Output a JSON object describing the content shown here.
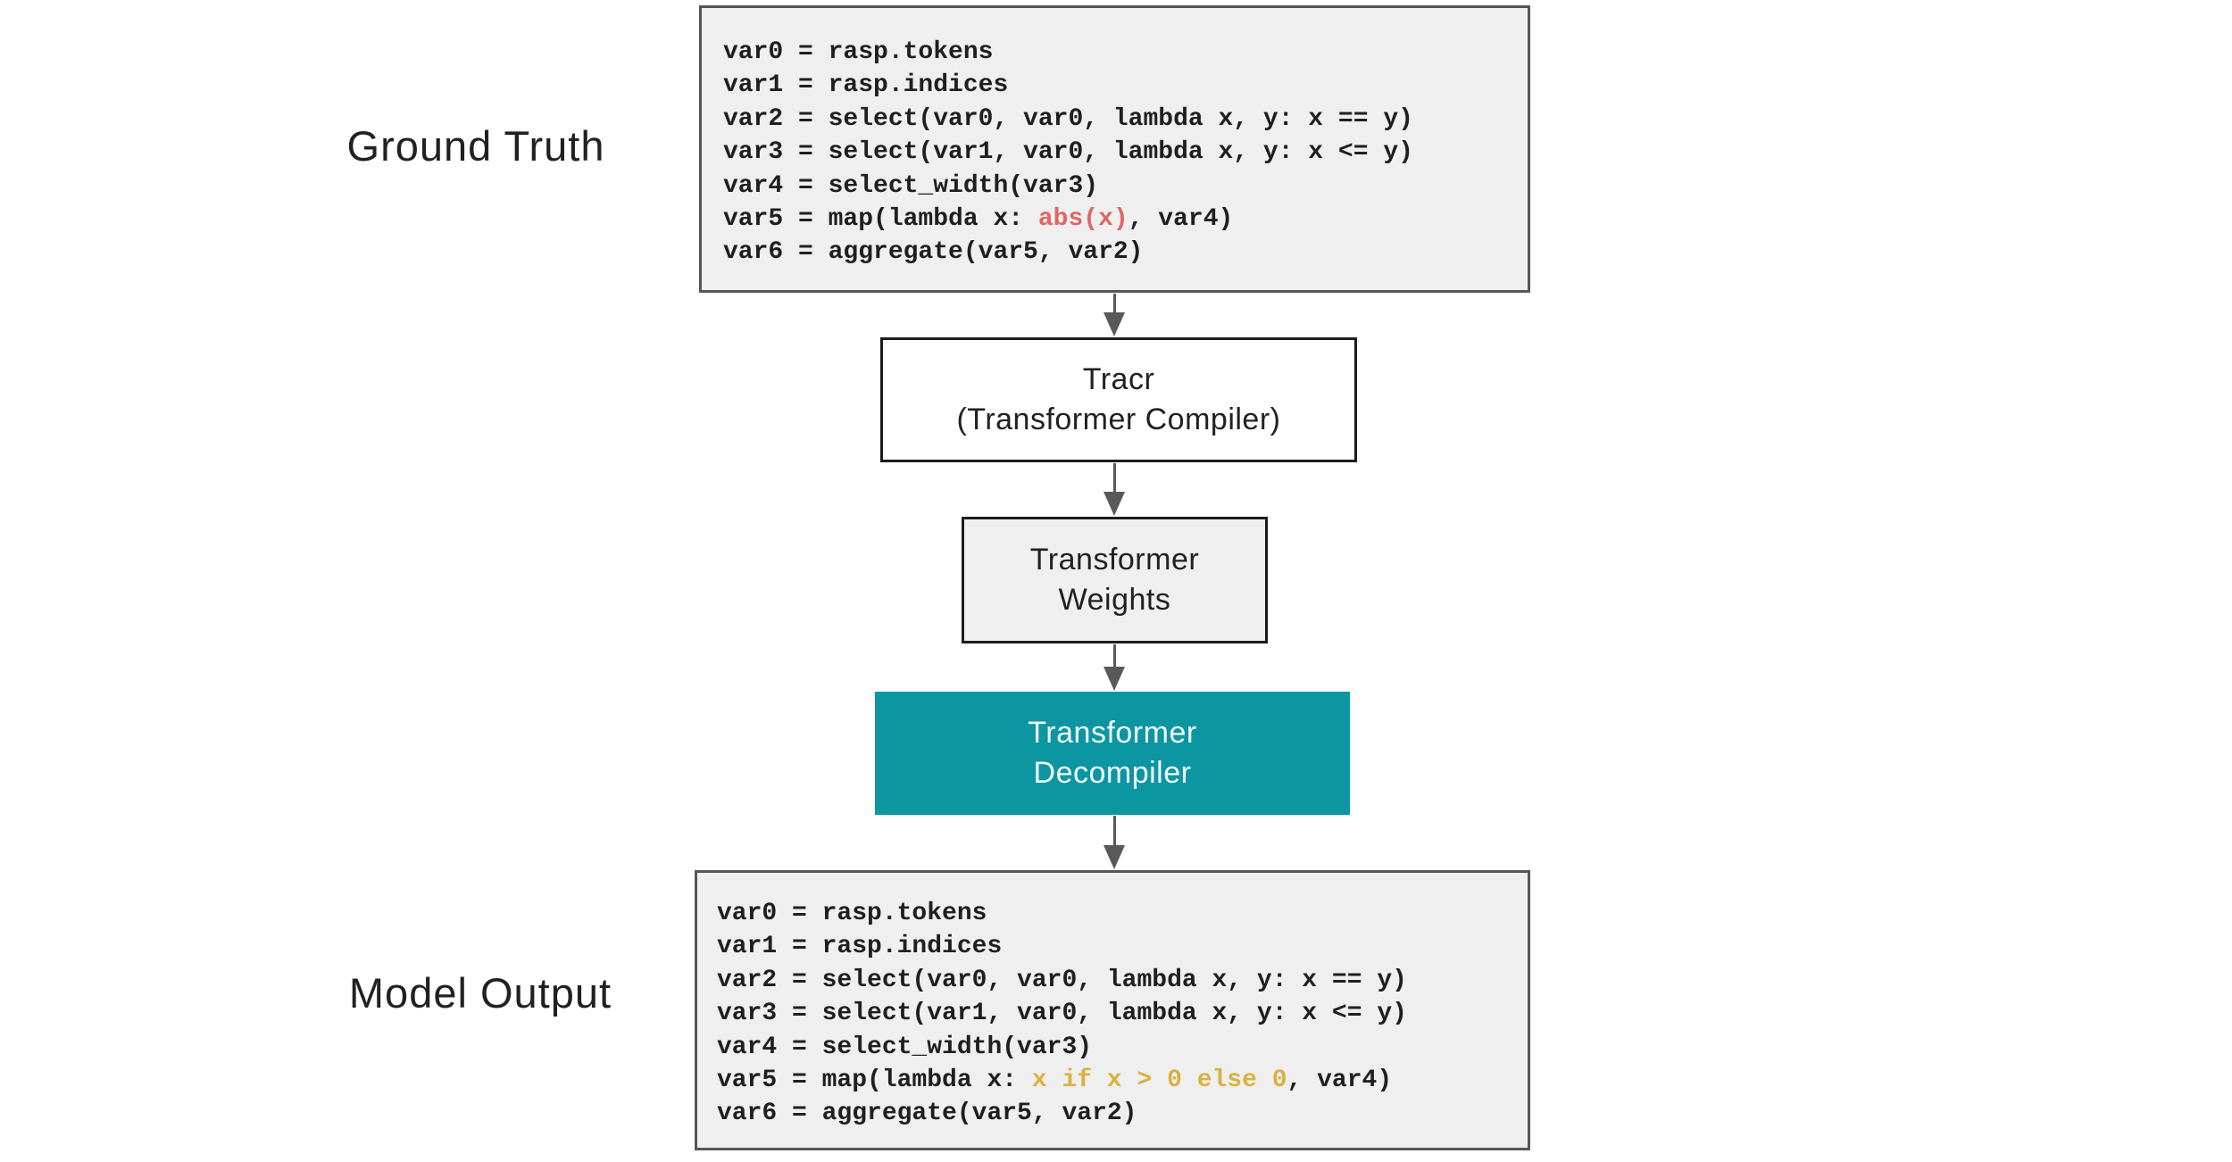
{
  "labels": {
    "ground_truth": "Ground Truth",
    "model_output": "Model Output"
  },
  "flow": {
    "tracr": {
      "line1": "Tracr",
      "line2": "(Transformer Compiler)"
    },
    "weights": {
      "line1": "Transformer",
      "line2": "Weights"
    },
    "decompiler": {
      "line1": "Transformer",
      "line2": "Decompiler"
    }
  },
  "colors": {
    "teal_box": "#0B96A2",
    "highlight_red": "#E06666",
    "highlight_gold": "#D9B13F",
    "code_box_bg": "#EFEFEF",
    "arrow_gray": "#595959"
  },
  "code": {
    "ground_truth_lines": [
      [
        {
          "t": "var0 = rasp.tokens"
        }
      ],
      [
        {
          "t": "var1 = rasp.indices"
        }
      ],
      [
        {
          "t": "var2 = select(var0, var0, lambda x, y: x == y)"
        }
      ],
      [
        {
          "t": "var3 = select(var1, var0, lambda x, y: x <= y)"
        }
      ],
      [
        {
          "t": "var4 = select_width(var3)"
        }
      ],
      [
        {
          "t": "var5 = map(lambda x: "
        },
        {
          "t": "abs(x)",
          "c": "red"
        },
        {
          "t": ", var4)"
        }
      ],
      [
        {
          "t": "var6 = aggregate(var5, var2)"
        }
      ]
    ],
    "model_output_lines": [
      [
        {
          "t": "var0 = rasp.tokens"
        }
      ],
      [
        {
          "t": "var1 = rasp.indices"
        }
      ],
      [
        {
          "t": "var2 = select(var0, var0, lambda x, y: x == y)"
        }
      ],
      [
        {
          "t": "var3 = select(var1, var0, lambda x, y: x <= y)"
        }
      ],
      [
        {
          "t": "var4 = select_width(var3)"
        }
      ],
      [
        {
          "t": "var5 = map(lambda x: "
        },
        {
          "t": "x if x > 0 else 0",
          "c": "gold"
        },
        {
          "t": ", var4)"
        }
      ],
      [
        {
          "t": "var6 = aggregate(var5, var2)"
        }
      ]
    ]
  }
}
